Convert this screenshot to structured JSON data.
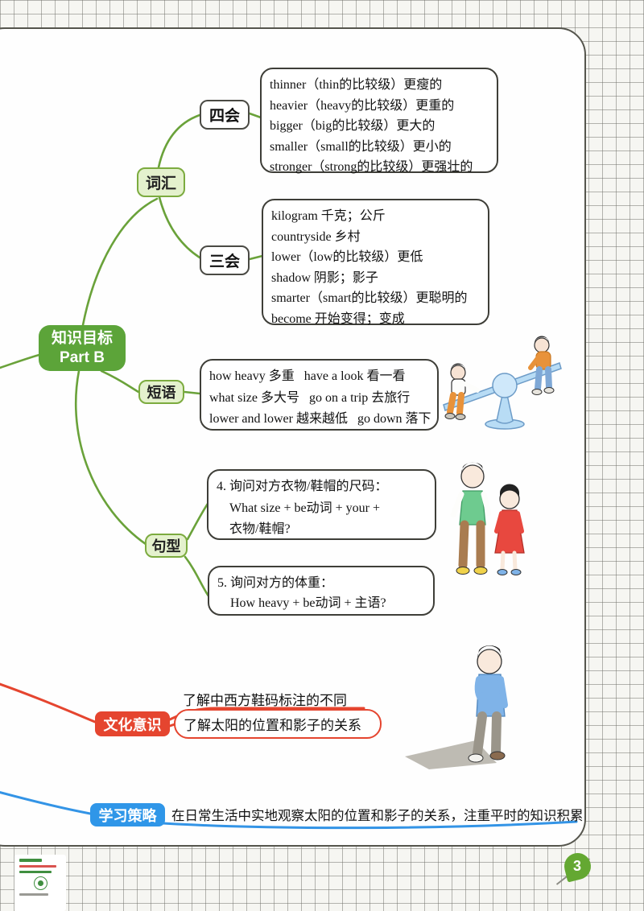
{
  "page": {
    "number": "3"
  },
  "root": {
    "label_line1": "知识目标",
    "label_line2": "Part B"
  },
  "vocab": {
    "label": "词汇",
    "four": {
      "label": "四会",
      "items": [
        "thinner（thin的比较级）更瘦的",
        "heavier（heavy的比较级）更重的",
        "bigger（big的比较级）更大的",
        "smaller（small的比较级）更小的",
        "stronger（strong的比较级）更强壮的"
      ]
    },
    "three": {
      "label": "三会",
      "items": [
        "kilogram 千克；公斤",
        "countryside 乡村",
        "lower（low的比较级）更低",
        "shadow 阴影；影子",
        "smarter（smart的比较级）更聪明的",
        "become 开始变得；变成"
      ]
    }
  },
  "phrases": {
    "label": "短语",
    "lines": [
      "how heavy 多重   have a look 看一看",
      "what size 多大号   go on a trip 去旅行",
      "lower and lower 越来越低   go down 落下"
    ]
  },
  "sentences": {
    "label": "句型",
    "pattern4": {
      "lines": [
        "4. 询问对方衣物/鞋帽的尺码：",
        "What size + be动词 + your +",
        "衣物/鞋帽?"
      ]
    },
    "pattern5": {
      "lines": [
        "5. 询问对方的体重：",
        "How heavy + be动词 + 主语?"
      ]
    }
  },
  "culture": {
    "label": "文化意识",
    "items": [
      "了解中西方鞋码标注的不同",
      "了解太阳的位置和影子的关系"
    ]
  },
  "strategy": {
    "label": "学习策略",
    "text": "在日常生活中实地观察太阳的位置和影子的关系，注重平时的知识积累"
  },
  "illustrations": {
    "seesaw": "seesaw with two boys, lower and higher",
    "kids": "boy in green vest and girl in red dress",
    "shadow_boy": "boy in blue sweater casting a shadow"
  },
  "colors": {
    "root_green": "#5ca439",
    "pill_green_fill": "#e4f1cd",
    "pill_green_border": "#7cab3f",
    "connector_green": "#6aa23a",
    "culture_red": "#e5452f",
    "strategy_blue": "#2f96e8",
    "box_border": "#3e3e38",
    "page_number_green": "#64a832"
  }
}
